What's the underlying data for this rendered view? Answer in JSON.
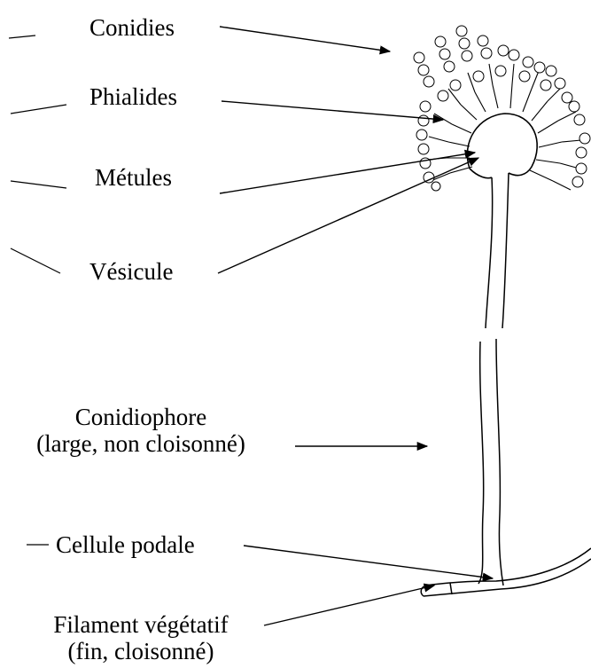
{
  "labels": {
    "conidies": "Conidies",
    "phialides": "Phialides",
    "metules": "Métules",
    "vesicule": "Vésicule",
    "conidiophore_line1": "Conidiophore",
    "conidiophore_line2": "(large, non cloisonné)",
    "cellule_podale": "Cellule podale",
    "filament_line1": "Filament végétatif",
    "filament_line2": "(fin, cloisonné)"
  },
  "colors": {
    "ink": "#000000",
    "background": "#ffffff"
  }
}
